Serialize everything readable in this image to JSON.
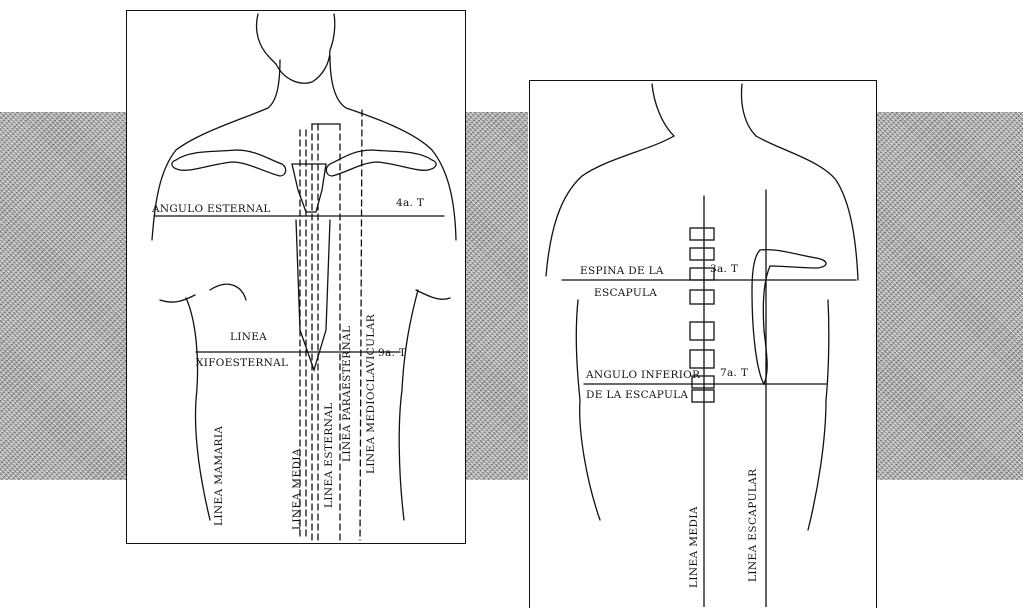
{
  "front": {
    "angulo_esternal": "ANGULO ESTERNAL",
    "t4": "4a. T",
    "linea": "LINEA",
    "xifoesternal": "XIFOESTERNAL",
    "t9": "9a. T",
    "linea_mamaria": "LINEA MAMARIA",
    "linea_media": "LINEA MEDIA",
    "linea_esternal": "LINEA ESTERNAL",
    "linea_paraesternal": "LINEA PARAESTERNAL",
    "linea_medioclavicular": "LINEA MEDIOCLAVICULAR"
  },
  "back": {
    "espina_1": "ESPINA DE LA",
    "espina_2": "ESCAPULA",
    "t3": "3a. T",
    "angulo_1": "ANGULO INFERIOR",
    "angulo_2": "DE LA ESCAPULA",
    "t7": "7a. T",
    "linea_media": "LINEA MEDIA",
    "linea_escapular": "LINEA ESCAPULAR"
  }
}
